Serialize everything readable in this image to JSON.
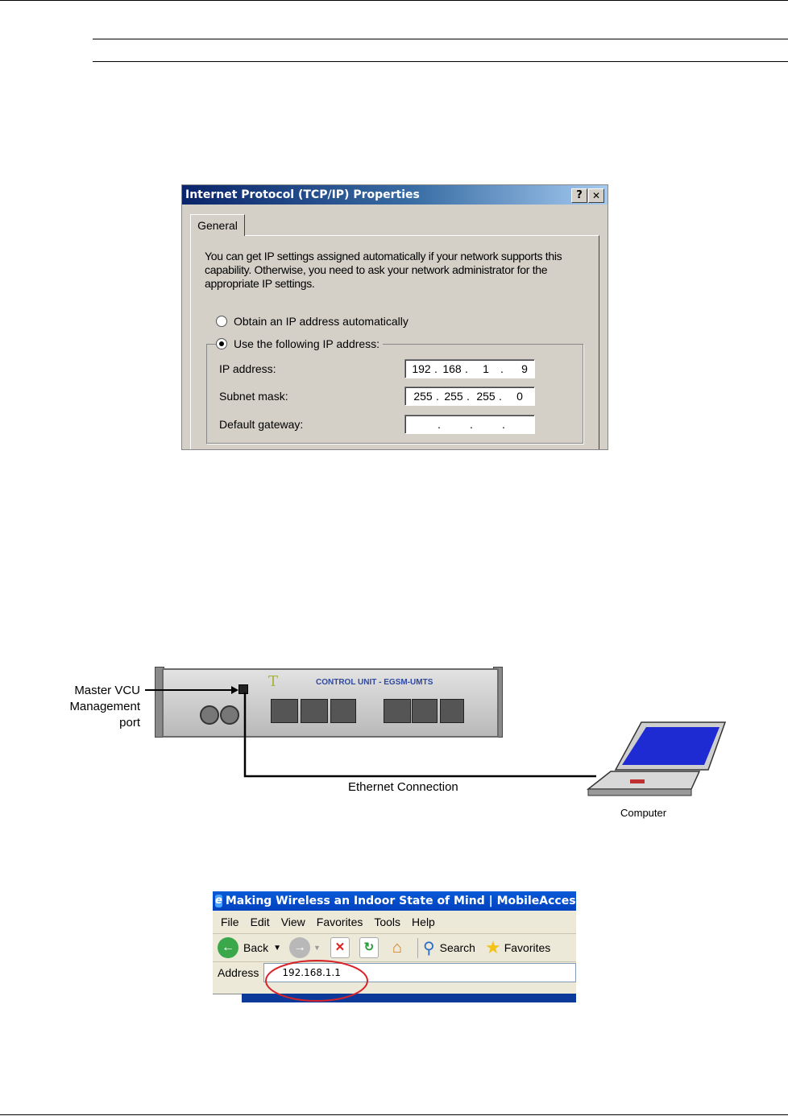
{
  "dialog": {
    "title": "Internet Protocol (TCP/IP) Properties",
    "help_button": "?",
    "close_button": "✕",
    "tab_general": "General",
    "description": "You can get IP settings assigned automatically if your network supports this capability. Otherwise, you need to ask your network administrator for the appropriate IP settings.",
    "radio_auto": "Obtain an IP address automatically",
    "radio_manual": "Use the following IP address:",
    "ip_label": "IP address:",
    "ip_value": [
      "192",
      "168",
      "1",
      "9"
    ],
    "subnet_label": "Subnet mask:",
    "subnet_value": [
      "255",
      "255",
      "255",
      "0"
    ],
    "gateway_label": "Default gateway:",
    "gateway_value": [
      "",
      "",
      "",
      ""
    ]
  },
  "diagram": {
    "device_label": "CONTROL UNIT - EGSM-UMTS",
    "mgmt_label": "Master VCU\nManagement\nport",
    "mgmt_line1": "Master VCU",
    "mgmt_line2": "Management",
    "mgmt_line3": "port",
    "ethernet_label": "Ethernet Connection",
    "computer_label": "Computer"
  },
  "browser": {
    "title": "Making Wireless an Indoor State of Mind | MobileAccess - Micr",
    "menu": [
      "File",
      "Edit",
      "View",
      "Favorites",
      "Tools",
      "Help"
    ],
    "back": "Back",
    "search": "Search",
    "favorites": "Favorites",
    "address_label": "Address",
    "address_value": "192.168.1.1"
  },
  "colors": {
    "highlight_circle": "#d9232a",
    "cable": "#000000"
  }
}
